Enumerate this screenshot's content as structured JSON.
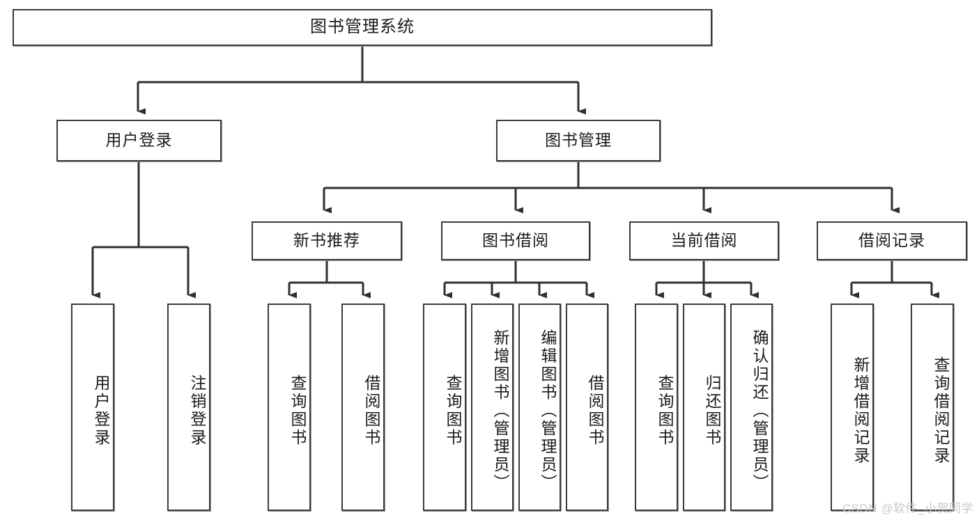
{
  "diagram": {
    "title": "图书管理系统",
    "type": "hierarchy-tree",
    "watermark": "CSDN @软件_小贺同学",
    "colors": {
      "border": "#3b3b3b",
      "background": "#ffffff",
      "text": "#1a1a1a",
      "watermark": "#c9c9c9"
    },
    "levels": {
      "root": {
        "label": "图书管理系统"
      },
      "level2": [
        {
          "label": "用户登录"
        },
        {
          "label": "图书管理"
        }
      ],
      "level3": [
        {
          "label": "新书推荐"
        },
        {
          "label": "图书借阅"
        },
        {
          "label": "当前借阅"
        },
        {
          "label": "借阅记录"
        }
      ],
      "leaves": [
        {
          "label": "用户登录",
          "parent": "用户登录"
        },
        {
          "label": "注销登录",
          "parent": "用户登录"
        },
        {
          "label": "查询图书",
          "parent": "新书推荐"
        },
        {
          "label": "借阅图书",
          "parent": "新书推荐"
        },
        {
          "label": "查询图书",
          "parent": "图书借阅"
        },
        {
          "label": "新增图书（管理员）",
          "parent": "图书借阅"
        },
        {
          "label": "编辑图书（管理员）",
          "parent": "图书借阅"
        },
        {
          "label": "借阅图书",
          "parent": "图书借阅"
        },
        {
          "label": "查询图书",
          "parent": "当前借阅"
        },
        {
          "label": "归还图书",
          "parent": "当前借阅"
        },
        {
          "label": "确认归还（管理员）",
          "parent": "当前借阅"
        },
        {
          "label": "新增借阅记录",
          "parent": "借阅记录"
        },
        {
          "label": "查询借阅记录",
          "parent": "借阅记录"
        }
      ]
    }
  }
}
